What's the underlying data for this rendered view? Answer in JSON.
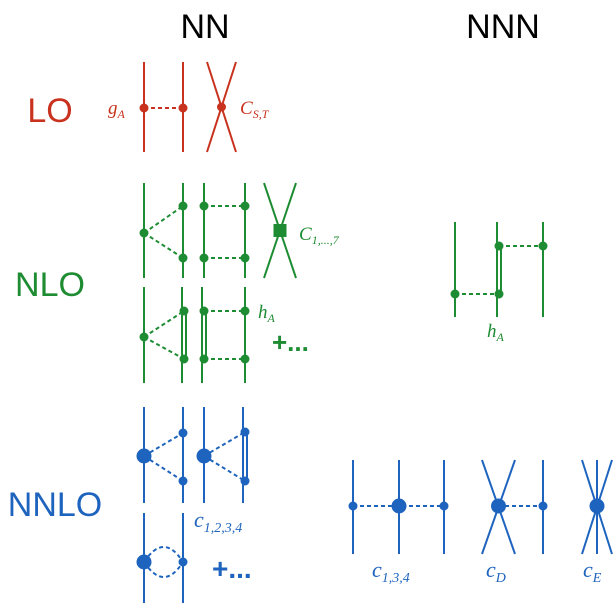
{
  "headers": {
    "nn": "NN",
    "nnn": "NNN"
  },
  "orders": {
    "lo": "LO",
    "nlo": "NLO",
    "nnlo": "NNLO"
  },
  "colors": {
    "lo": "#c8321e",
    "nlo": "#1e8c32",
    "nnlo": "#1e64be"
  },
  "labels": {
    "g_a": {
      "base": "g",
      "sub": "A"
    },
    "c_st": {
      "base": "C",
      "sub": "S,T"
    },
    "c_1_7": {
      "base": "C",
      "sub": "1,...,7"
    },
    "h_a_nn": {
      "base": "h",
      "sub": "A"
    },
    "h_a_nnn": {
      "base": "h",
      "sub": "A"
    },
    "c_1234": {
      "base": "c",
      "sub": "1,2,3,4"
    },
    "c_134": {
      "base": "c",
      "sub": "1,3,4"
    },
    "c_d": {
      "base": "c",
      "sub": "D"
    },
    "c_e": {
      "base": "c",
      "sub": "E"
    }
  },
  "ellipsis": {
    "nlo": "+...",
    "nnlo": "+..."
  }
}
